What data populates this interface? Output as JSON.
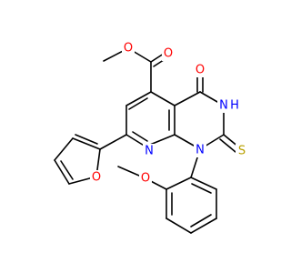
{
  "colors": {
    "bond": "#000000",
    "oxygen": "#ff0000",
    "nitrogen": "#0000ff",
    "sulfur": "#b8a000",
    "hydrogen_n": "#0000ff",
    "background": "#ffffff"
  },
  "labels": {
    "ester_methoxy_o": "O",
    "ester_carbonyl_o": "O",
    "ring_carbonyl_o": "O",
    "nh_n": "N",
    "nh_h": "H",
    "thione_s": "S",
    "pyridine_n": "N",
    "n1": "N",
    "furan_o": "O",
    "aryl_methoxy_o": "O"
  }
}
